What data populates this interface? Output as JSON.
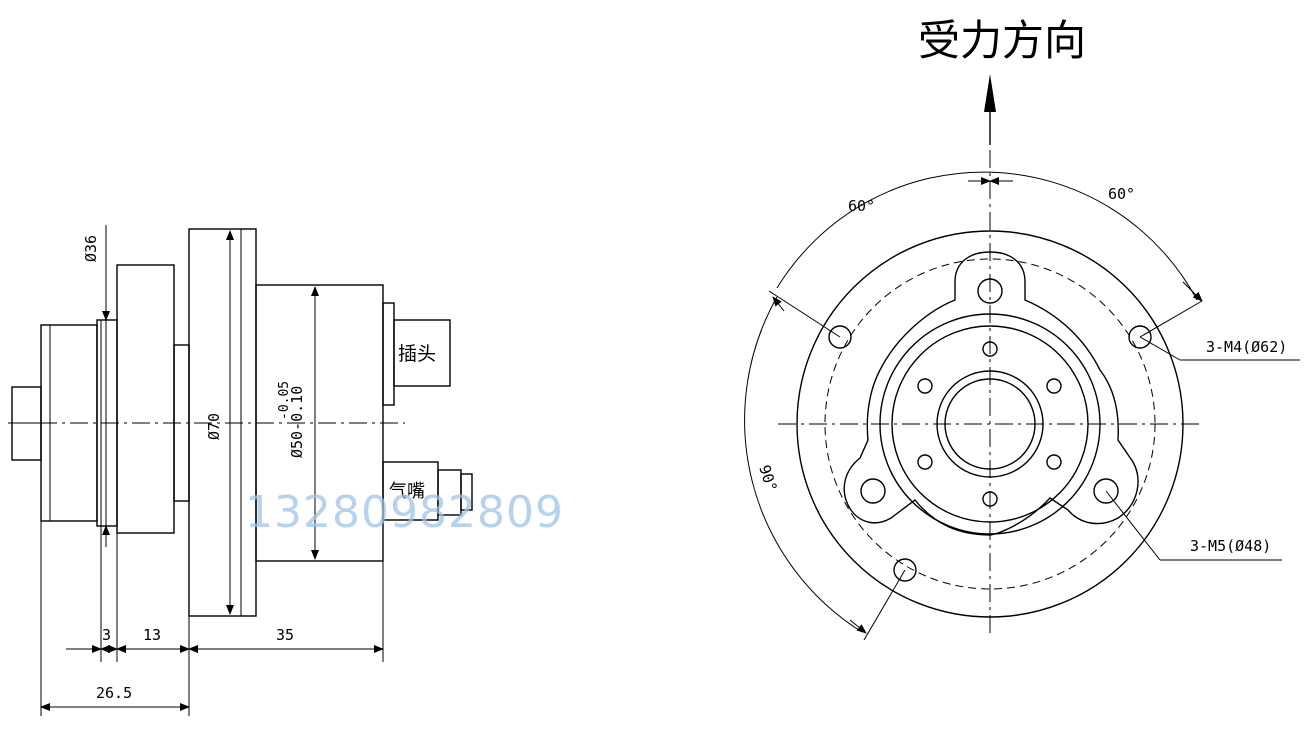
{
  "side_view": {
    "dims": {
      "d36": "Ø36",
      "d70": "Ø70",
      "d50_tol_upper": "-0.05",
      "d50_main": "Ø50-0.10",
      "len_3": "3",
      "len_13": "13",
      "len_35": "35",
      "len_26_5": "26.5"
    },
    "labels": {
      "plug": "插头",
      "air_nozzle": "气嘴"
    },
    "watermark": "13280982809"
  },
  "front_view": {
    "title": "受力方向",
    "angle_left": "60°",
    "angle_right": "60°",
    "angle_bottom": "90°",
    "callout_m4": "3-M4(Ø62)",
    "callout_m5": "3-M5(Ø48)"
  }
}
